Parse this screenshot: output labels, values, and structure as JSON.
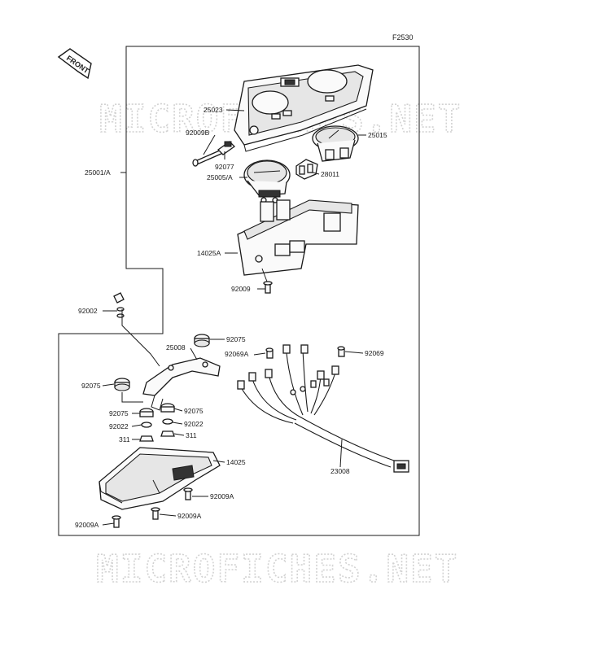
{
  "figure_code": "F2530",
  "front_label": "FRONT",
  "watermark": "MICROFICHES.NET",
  "callouts": {
    "c25023": "25023",
    "c92009B": "92009B",
    "c25015": "25015",
    "c92077": "92077",
    "c25005A": "25005/A",
    "c28011": "28011",
    "c25001A": "25001/A",
    "c14025A": "14025A",
    "c92009": "92009",
    "c92002": "92002",
    "c92075_top": "92075",
    "c25008": "25008",
    "c92069A": "92069A",
    "c92069": "92069",
    "c92075_left": "92075",
    "c92075_mid": "92075",
    "c92075_right": "92075",
    "c92022_left": "92022",
    "c92022_right": "92022",
    "c311_left": "311",
    "c311_right": "311",
    "c14025": "14025",
    "c23008": "23008",
    "c92009A_right": "92009A",
    "c92009A_mid": "92009A",
    "c92009A_left": "92009A"
  }
}
